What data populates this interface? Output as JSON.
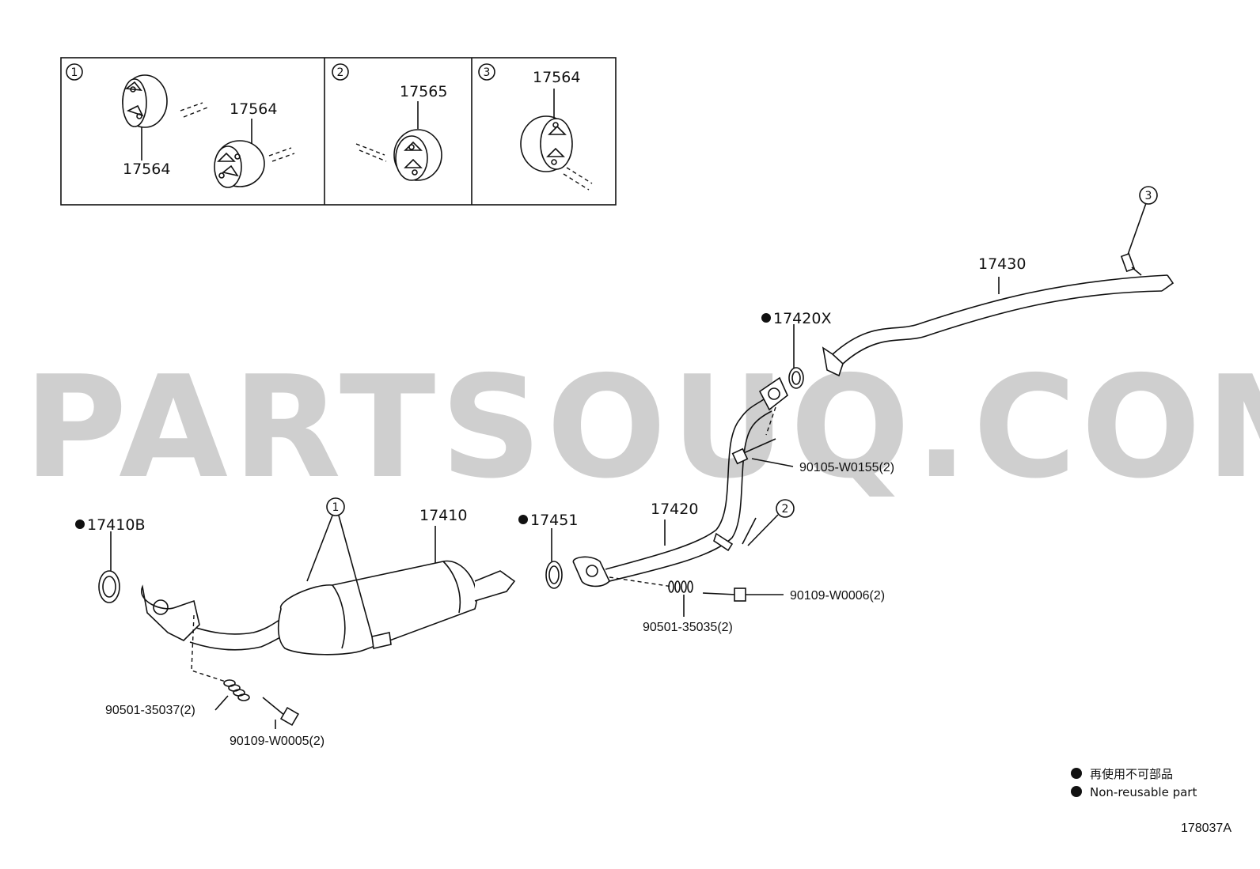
{
  "watermark": "PARTSOUQ.COM",
  "inset_boxes": [
    {
      "number": "1",
      "labels": [
        "17564",
        "17564"
      ]
    },
    {
      "number": "2",
      "labels": [
        "17565"
      ]
    },
    {
      "number": "3",
      "labels": [
        "17564"
      ]
    }
  ],
  "callouts": {
    "c1": "1",
    "c2": "2",
    "c3": "3"
  },
  "parts": {
    "p17430": "17430",
    "p17420x": "17420X",
    "p17410b": "17410B",
    "p17410": "17410",
    "p17451": "17451",
    "p17420": "17420",
    "p90105": "90105-W0155(2)",
    "p90109_w0006": "90109-W0006(2)",
    "p90501_35035": "90501-35035(2)",
    "p90501_35037": "90501-35037(2)",
    "p90109_w0005": "90109-W0005(2)"
  },
  "legend": {
    "jp": "再使用不可部品",
    "en": "Non-reusable part"
  },
  "diagram_code": "178037A"
}
